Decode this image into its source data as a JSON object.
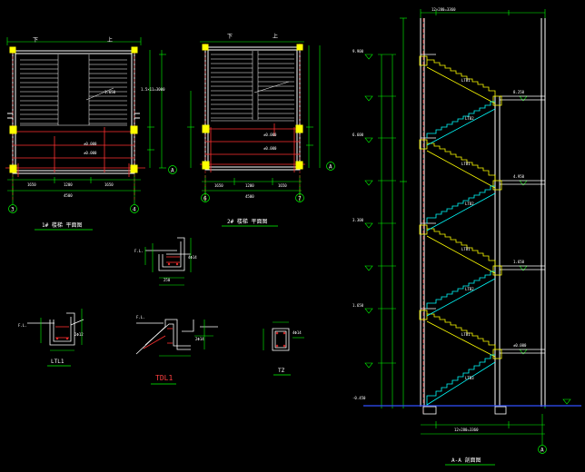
{
  "colors": {
    "background": "#000000",
    "wall": "#ffffff",
    "dimension": "#00ff00",
    "stair_upper": "#ffff00",
    "stair_lower": "#00ffff",
    "axis": "#ff3030",
    "column": "#ffff00",
    "beam": "#ff3030",
    "ground": "#0000ff"
  },
  "plan1": {
    "down_label": "下",
    "up_label": "上",
    "axis_left": "3",
    "axis_right": "4",
    "axis_side": "A",
    "title": "1# 楼梯 平面图"
  },
  "plan2": {
    "down_label": "下",
    "up_label": "上",
    "axis_left": "6",
    "axis_right": "7",
    "axis_side": "A",
    "title": "2# 楼梯 平面图"
  },
  "details": {
    "ltl1": "LTL1",
    "tdl1": "TDL1",
    "tz": "TZ"
  },
  "section": {
    "title": "A-A 剖面图",
    "axis_label": "A"
  }
}
